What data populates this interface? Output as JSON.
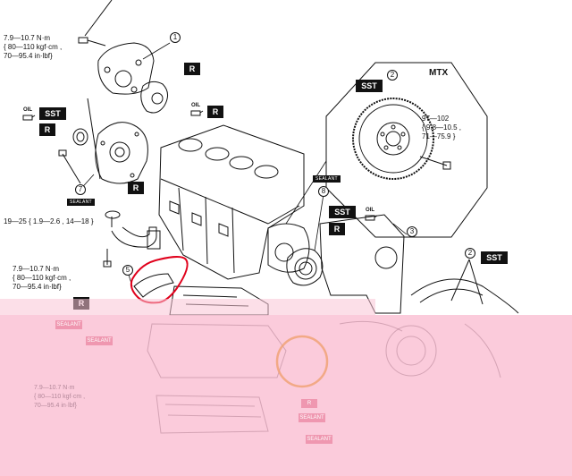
{
  "labels": {
    "torque_top": [
      "7.9—10.7 N·m",
      "{ 80—110 kgf·cm ,",
      "70—95.4 in·lbf}"
    ],
    "torque_mid": "19—25 { 1.9—2.6 , 14—18 }",
    "torque_bottom": [
      "7.9—10.7 N·m",
      "{ 80—110 kgf·cm ,",
      "70—95.4 in·lbf}"
    ],
    "torque_flywheel": [
      "97—102",
      "{ 9.8—10.5 ,",
      "71—75.9 }"
    ],
    "mtx": "MTX"
  },
  "badges": {
    "r": "R",
    "sst": "SST",
    "oil": "OIL",
    "sealant": "SEALANT"
  },
  "callouts": [
    "1",
    "2",
    "3",
    "5",
    "7",
    "8",
    "2"
  ],
  "colors": {
    "highlight": "#e0001b",
    "overlay_pink": "#fac4d6",
    "faint_orange_circle": "#f0a070"
  }
}
